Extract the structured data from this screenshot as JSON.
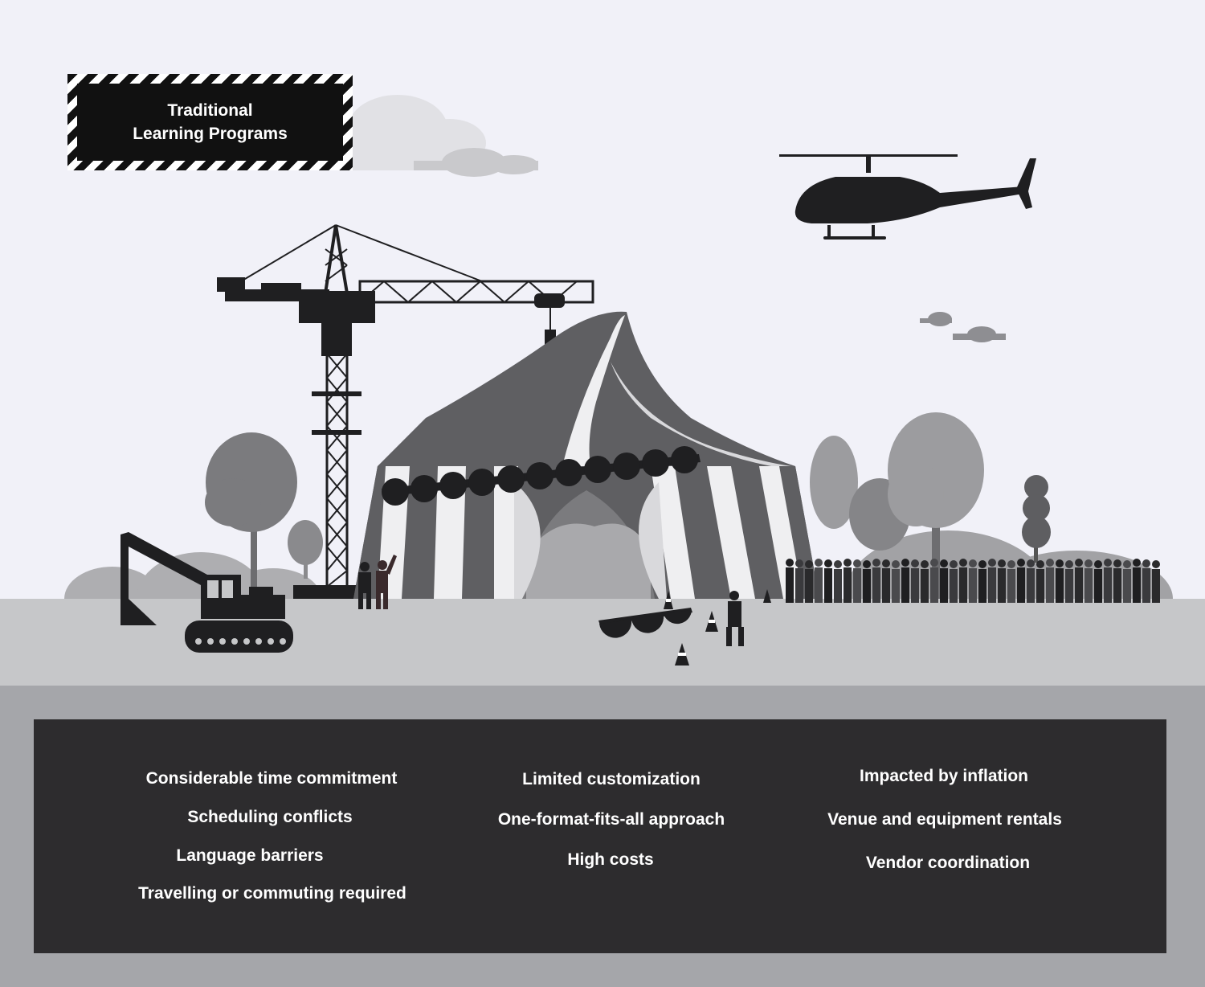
{
  "title": {
    "line1": "Traditional",
    "line2": "Learning Programs"
  },
  "challenges": {
    "col1": [
      "Considerable time commitment",
      "Scheduling conflicts",
      "Language barriers",
      "Travelling or commuting required"
    ],
    "col2": [
      "Limited customization",
      "One-format-fits-all approach",
      "High costs"
    ],
    "col3": [
      "Impacted by inflation",
      "Venue and equipment rentals",
      "Vendor coordination"
    ]
  },
  "colors": {
    "sky": "#f1f1f8",
    "ground": "#c6c7c9",
    "underground": "#a5a6aa",
    "panel": "#2d2c2e",
    "silhouette": "#1f1f21",
    "tent_dark": "#5f5f62",
    "tent_light": "#efeff1"
  }
}
